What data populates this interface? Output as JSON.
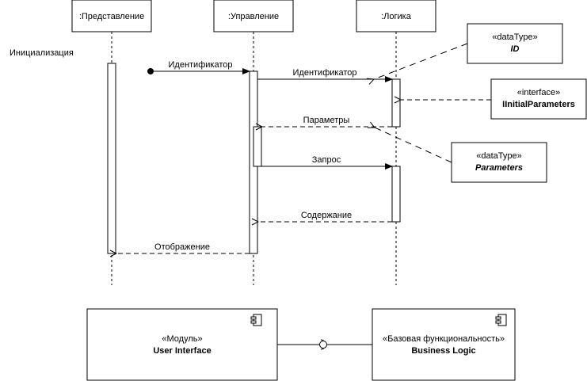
{
  "diagram": {
    "participants": [
      {
        "id": "view",
        "label": ":Представление"
      },
      {
        "id": "control",
        "label": ":Управление"
      },
      {
        "id": "logic",
        "label": ":Логика"
      }
    ],
    "frame_label": "Инициализация",
    "messages": [
      {
        "label": "Идентификатор",
        "from": "start",
        "to": "control",
        "type": "found-sync"
      },
      {
        "label": "Идентификатор",
        "from": "control",
        "to": "logic",
        "type": "sync"
      },
      {
        "label": "Параметры",
        "from": "logic",
        "to": "control",
        "type": "return"
      },
      {
        "label": "Запрос",
        "from": "control",
        "to": "logic",
        "type": "sync"
      },
      {
        "label": "Содержание",
        "from": "logic",
        "to": "control",
        "type": "return"
      },
      {
        "label": "Отображение",
        "from": "control",
        "to": "view",
        "type": "return"
      }
    ],
    "notes": [
      {
        "stereotype": "«dataType»",
        "name": "ID",
        "style": "italic-bold"
      },
      {
        "stereotype": "«interface»",
        "name": "IInitialParameters",
        "style": "bold"
      },
      {
        "stereotype": "«dataType»",
        "name": "Parameters",
        "style": "italic-bold"
      }
    ],
    "components": [
      {
        "stereotype": "«Модуль»",
        "name": "User Interface"
      },
      {
        "stereotype": "«Базовая функциональность»",
        "name": "Business Logic"
      }
    ],
    "colors": {
      "stroke": "#000000",
      "background": "#ffffff"
    }
  }
}
